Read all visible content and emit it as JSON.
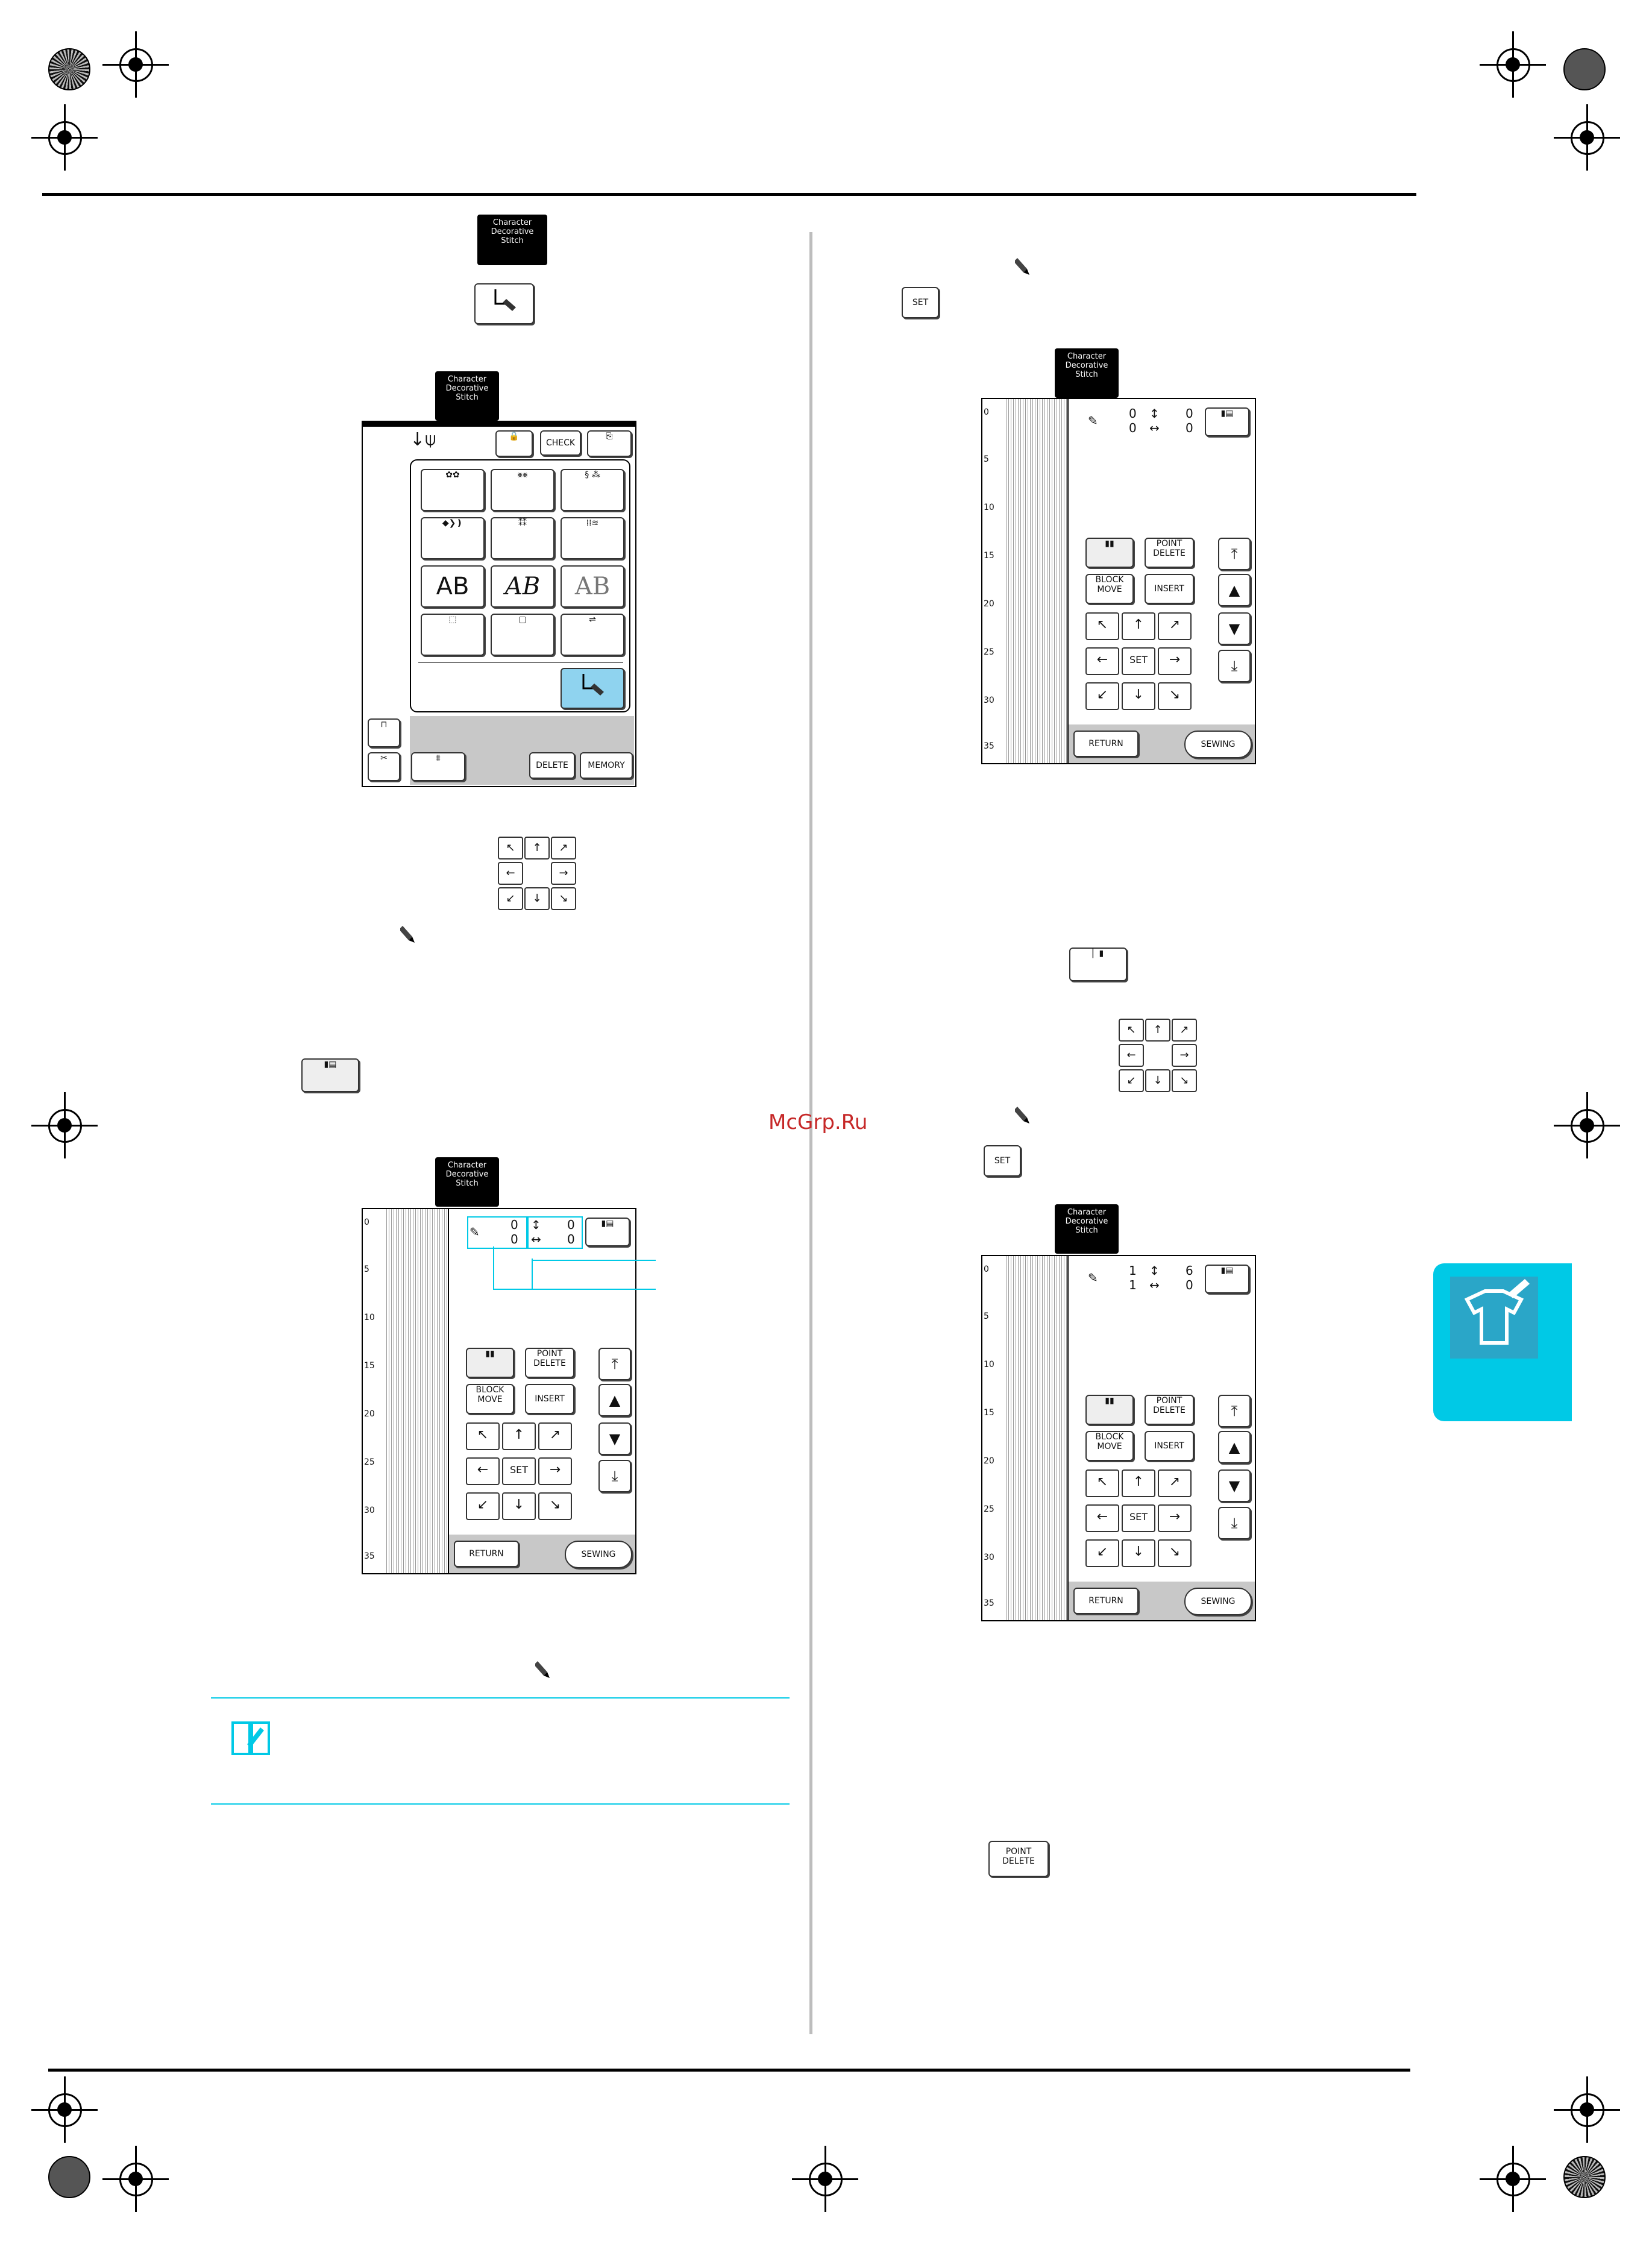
{
  "header_tag": {
    "line1": "Character",
    "line2": "Decorative",
    "line3": "Stitch"
  },
  "keys": {
    "check": "CHECK",
    "delete": "DELETE",
    "memory": "MEMORY",
    "set": "SET",
    "point_delete_1": "POINT",
    "point_delete_2": "DELETE",
    "block_move_1": "BLOCK",
    "block_move_2": "MOVE",
    "insert": "INSERT",
    "return": "RETURN",
    "sewing": "SEWING"
  },
  "ruler_ticks": [
    "0",
    "5",
    "10",
    "15",
    "20",
    "25",
    "30",
    "35"
  ],
  "screen_values": {
    "s2": {
      "v1": "0",
      "v2": "0",
      "h1": "0",
      "h2": "0"
    },
    "s3": {
      "v1": "0",
      "v2": "0",
      "h1": "0",
      "h2": "0"
    },
    "s4": {
      "v1": "1",
      "v2": "1",
      "h1": "6",
      "h2": "0"
    }
  },
  "pattern_text": {
    "ab1": "AB",
    "ab2": "AB",
    "ab3": "AB"
  },
  "watermark": "McGrp.Ru",
  "colors": {
    "accent": "#8fd3ef",
    "side_tab": "#00c9e6",
    "frame": "#000000"
  }
}
